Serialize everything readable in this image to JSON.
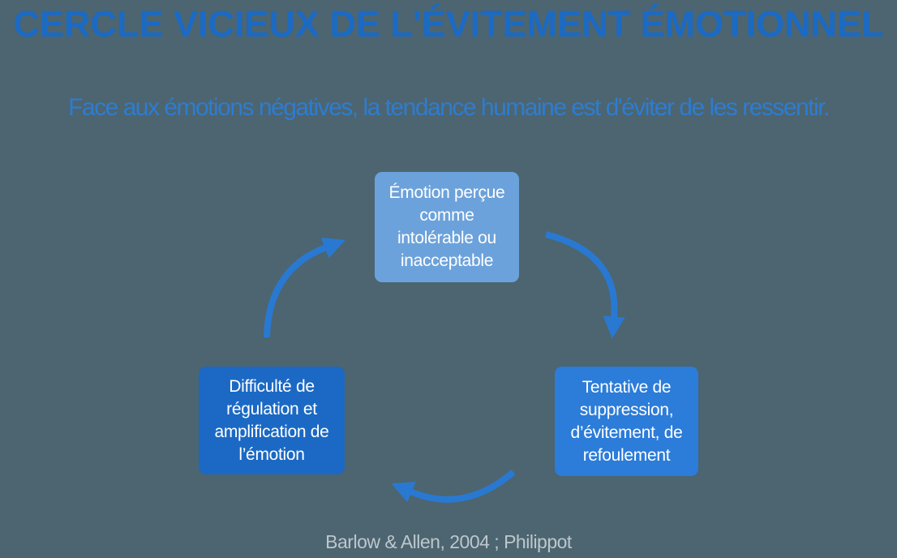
{
  "colors": {
    "background": "#4C6570",
    "title": "#1B6AC4",
    "subtitle": "#2E7CD0",
    "arrow": "#2979D2",
    "node_top": "#6CA2DB",
    "node_right": "#2C7CD9",
    "node_left": "#1B69C4",
    "node_text": "#FFFFFF",
    "citation": "#BDC7CC"
  },
  "title": {
    "text": "CERCLE VICIEUX DE L'ÉVITEMENT ÉMOTIONNEL"
  },
  "subtitle": {
    "text": "Face aux émotions négatives, la tendance humaine est d'éviter de les ressentir."
  },
  "diagram": {
    "nodes": [
      {
        "id": "emotion-percue",
        "lines": [
          "Émotion perçue",
          "comme",
          "intolérable ou",
          "inacceptable"
        ]
      },
      {
        "id": "tentative-suppression",
        "lines": [
          "Tentative de",
          "suppression,",
          "d’évitement, de",
          "refoulement"
        ]
      },
      {
        "id": "difficulte-regulation",
        "lines": [
          "Difficulté de",
          "régulation et",
          "amplification de",
          "l’émotion"
        ]
      }
    ],
    "arrows": [
      {
        "id": "top-to-right",
        "from": "emotion-percue",
        "to": "tentative-suppression"
      },
      {
        "id": "right-to-left",
        "from": "tentative-suppression",
        "to": "difficulte-regulation"
      },
      {
        "id": "left-to-top",
        "from": "difficulte-regulation",
        "to": "emotion-percue"
      }
    ]
  },
  "citation": {
    "text": "Barlow & Allen, 2004 ; Philippot"
  }
}
